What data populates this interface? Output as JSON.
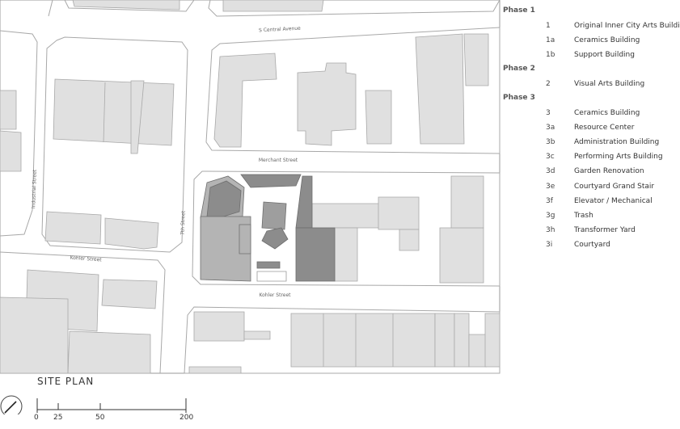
{
  "legend": {
    "phases": [
      {
        "label": "Phase 1",
        "items": [
          {
            "key": "1",
            "label": "Original Inner City Arts Building"
          },
          {
            "key": "1a",
            "label": "Ceramics Building"
          },
          {
            "key": "1b",
            "label": "Support Building"
          }
        ]
      },
      {
        "label": "Phase 2",
        "items": [
          {
            "key": "2",
            "label": "Visual Arts Building"
          }
        ]
      },
      {
        "label": "Phase 3",
        "items": [
          {
            "key": "3",
            "label": "Ceramics Building"
          },
          {
            "key": "3a",
            "label": "Resource Center"
          },
          {
            "key": "3b",
            "label": "Administration Building"
          },
          {
            "key": "3c",
            "label": "Performing Arts Building"
          },
          {
            "key": "3d",
            "label": "Garden Renovation"
          },
          {
            "key": "3e",
            "label": "Courtyard Grand Stair"
          },
          {
            "key": "3f",
            "label": "Elevator / Mechanical"
          },
          {
            "key": "3g",
            "label": "Trash"
          },
          {
            "key": "3h",
            "label": "Transformer Yard"
          },
          {
            "key": "3i",
            "label": "Courtyard"
          }
        ]
      }
    ]
  },
  "streets": {
    "s_central": "S Central Avenue",
    "merchant": "Merchant Street",
    "kohler_mid": "Kohler Street",
    "kohler_left": "Kohler Street",
    "industrial": "Industrial Street",
    "seventh": "7th Street"
  },
  "title": "SITE PLAN",
  "scale": {
    "ticks": [
      "0",
      "25",
      "50",
      "200"
    ]
  },
  "colors": {
    "building": "#e0e0e0",
    "site_dark": "#8c8c8c",
    "site_mid": "#b4b4b4",
    "road": "#ffffff",
    "line": "#9a9a9a"
  }
}
